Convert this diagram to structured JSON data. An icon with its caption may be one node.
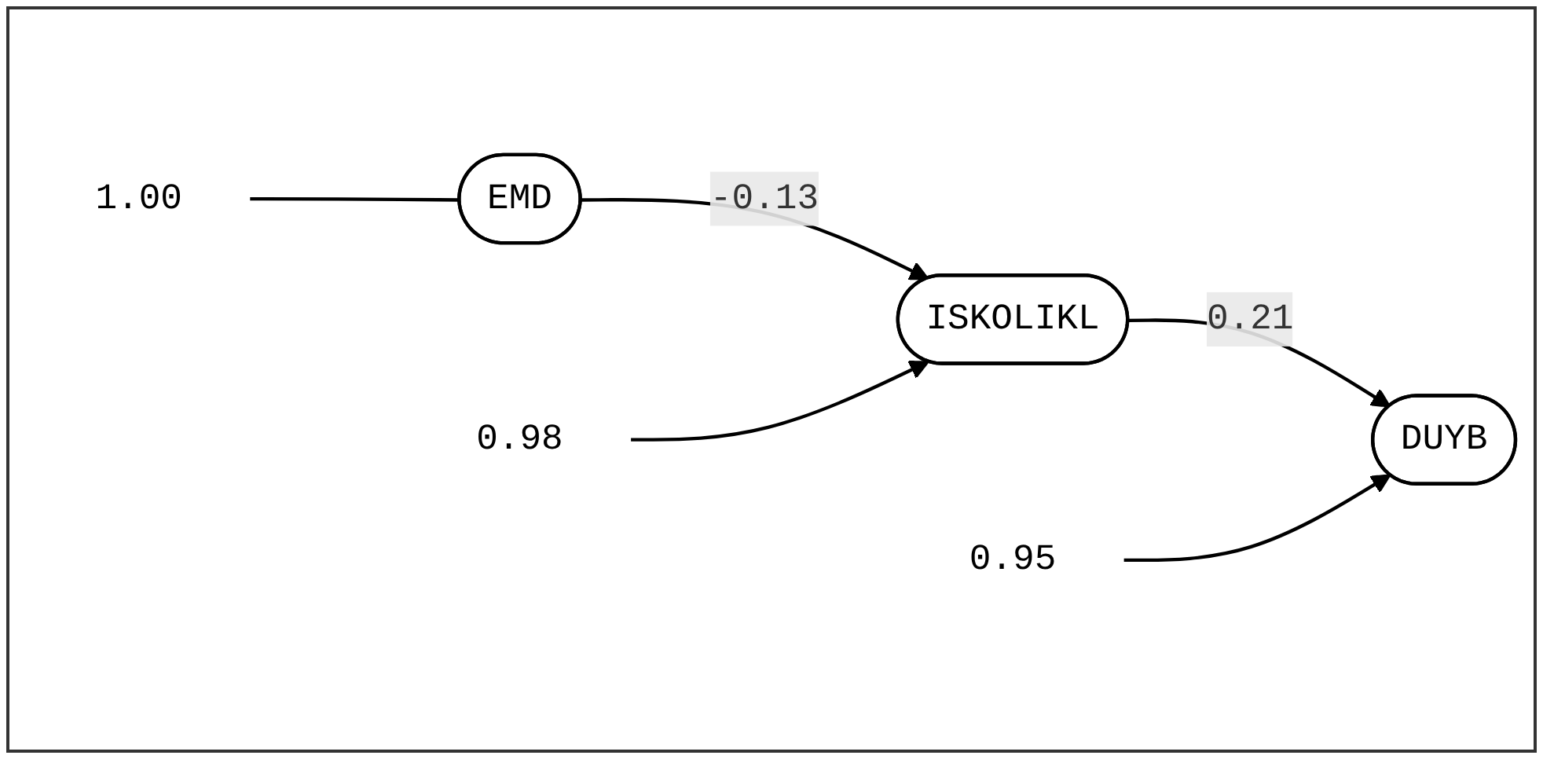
{
  "diagram": {
    "nodes": [
      {
        "text": [
          "ISKOLIKL"
        ]
      },
      {
        "text": [
          "0.98"
        ]
      },
      {
        "text": [
          "1.00"
        ]
      },
      {
        "text": [
          "EMD"
        ]
      },
      {
        "text": [
          "DUYB"
        ]
      },
      {
        "text": [
          "0.95"
        ]
      }
    ],
    "edges": [
      {
        "from": 2,
        "to": 3,
        "arrow": "none"
      },
      {
        "from": 3,
        "to": 0,
        "arrow": "to",
        "label": "-0.13"
      },
      {
        "from": 1,
        "to": 0,
        "arrow": "to"
      },
      {
        "from": 0,
        "to": 4,
        "arrow": "to",
        "label": "0.21"
      },
      {
        "from": 5,
        "to": 4,
        "arrow": "to"
      }
    ]
  }
}
